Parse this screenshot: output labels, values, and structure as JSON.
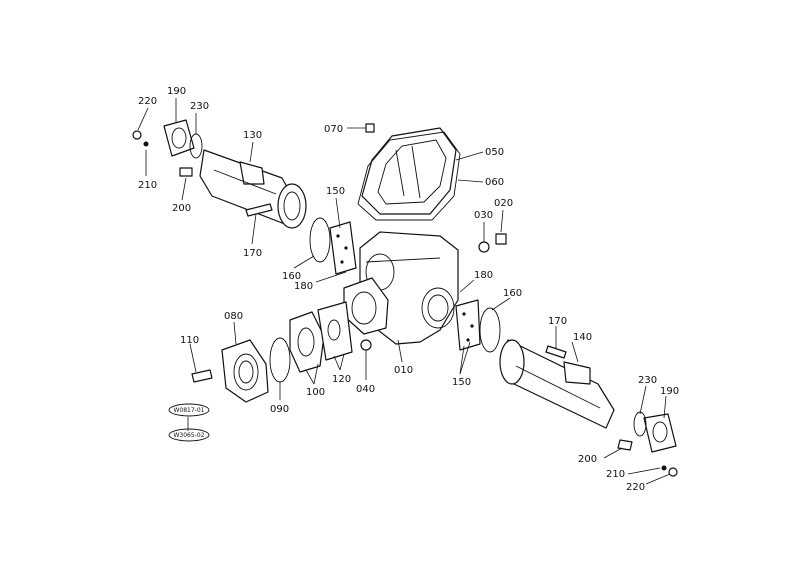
{
  "labels": {
    "p070": "070",
    "p050": "050",
    "p060": "060",
    "p030": "030",
    "p020": "020",
    "p220a": "220",
    "p190a": "190",
    "p230a": "230",
    "p130": "130",
    "p210a": "210",
    "p200a": "200",
    "p150a": "150",
    "p170a": "170",
    "p160a": "160",
    "p180a": "180",
    "p180b": "180",
    "p160b": "160",
    "p170b": "170",
    "p140": "140",
    "p080": "080",
    "p110": "110",
    "p090": "090",
    "p100": "100",
    "p120": "120",
    "p040": "040",
    "p010": "010",
    "p150b": "150",
    "p230b": "230",
    "p190b": "190",
    "p200b": "200",
    "p210b": "210",
    "p220b": "220"
  },
  "references": {
    "ref1": "W0817-01",
    "ref2": "W3065-02"
  }
}
